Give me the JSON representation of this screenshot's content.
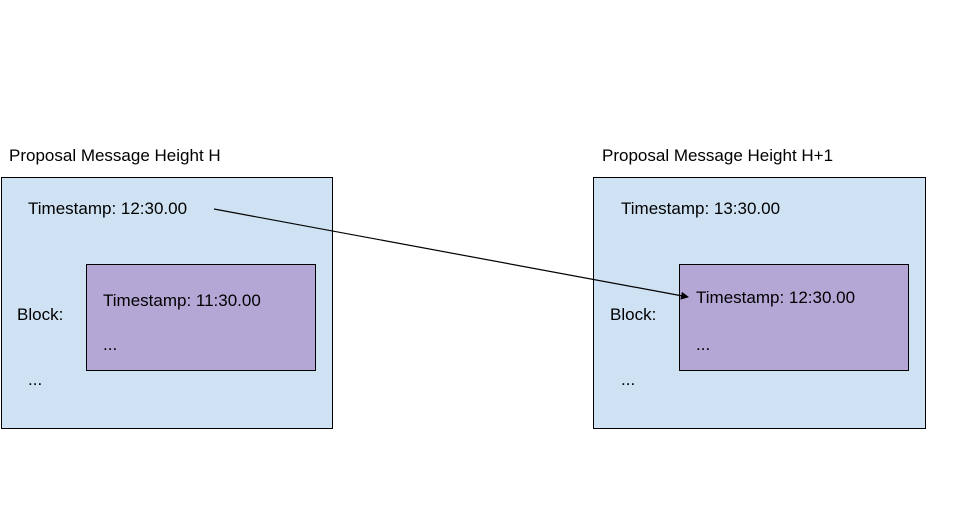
{
  "left": {
    "title": "Proposal Message Height H",
    "timestamp_label": "Timestamp: 12:30.00",
    "block_label": "Block:",
    "block_timestamp_label": "Timestamp: 11:30.00",
    "block_ellipsis": "...",
    "ellipsis": "...",
    "box_color": "#cfe2f3",
    "block_color": "#b4a7d6"
  },
  "right": {
    "title": "Proposal Message Height H+1",
    "timestamp_label": "Timestamp: 13:30.00",
    "block_label": "Block:",
    "block_timestamp_label": "Timestamp: 12:30.00",
    "block_ellipsis": "...",
    "ellipsis": "...",
    "box_color": "#cfe2f3",
    "block_color": "#b4a7d6"
  },
  "arrow": {
    "from": "left.timestamp",
    "to": "right.block_timestamp",
    "color": "#000000"
  }
}
